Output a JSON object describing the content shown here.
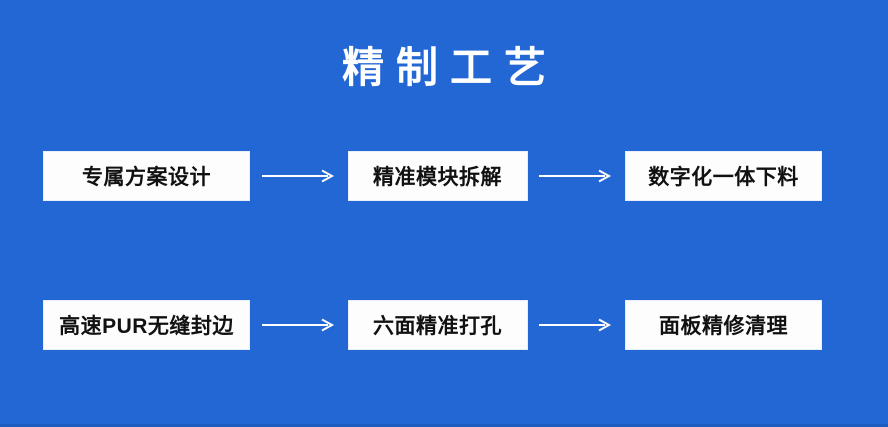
{
  "poster": {
    "background_color": "#2267d4",
    "box_fill_color": "#fdfdfd",
    "box_text_color": "#111111",
    "title_color": "#ffffff",
    "arrow_color": "#ffffff",
    "title": "精制工艺"
  },
  "flow": {
    "rows": [
      {
        "row_label": "row-1",
        "steps": [
          {
            "label": "专属方案设计"
          },
          {
            "label": "精准模块拆解"
          },
          {
            "label": "数字化一体下料"
          }
        ],
        "connectors": [
          "arrow-right",
          "arrow-right"
        ]
      },
      {
        "row_label": "row-2",
        "steps": [
          {
            "label": "高速PUR无缝封边"
          },
          {
            "label": "六面精准打孔"
          },
          {
            "label": "面板精修清理"
          }
        ],
        "connectors": [
          "arrow-right",
          "arrow-right"
        ]
      }
    ]
  }
}
